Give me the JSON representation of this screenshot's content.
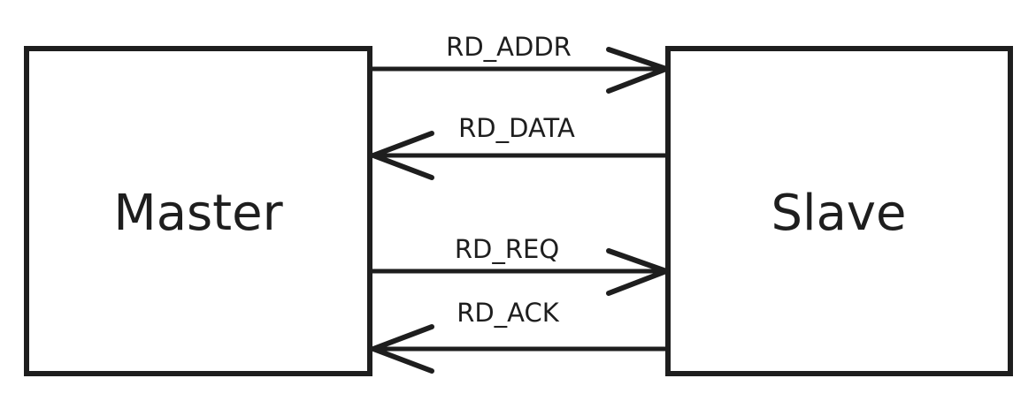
{
  "blocks": {
    "master": "Master",
    "slave": "Slave"
  },
  "signals": [
    {
      "label": "RD_ADDR",
      "direction": "master-to-slave"
    },
    {
      "label": "RD_DATA",
      "direction": "slave-to-master"
    },
    {
      "label": "RD_REQ",
      "direction": "master-to-slave"
    },
    {
      "label": "RD_ACK",
      "direction": "slave-to-master"
    }
  ],
  "colors": {
    "stroke": "#1e1e1e",
    "background": "#ffffff"
  }
}
